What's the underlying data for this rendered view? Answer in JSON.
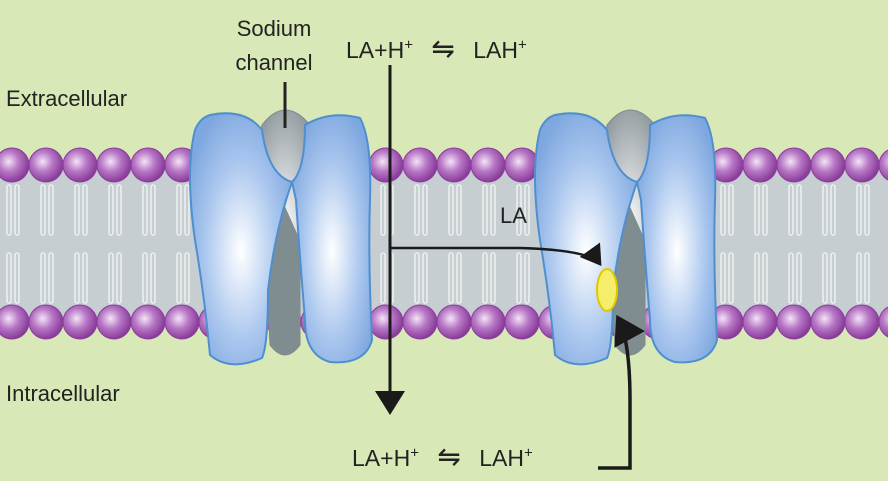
{
  "labels": {
    "sodium_channel_line1": "Sodium",
    "sodium_channel_line2": "channel",
    "extracellular": "Extracellular",
    "intracellular": "Intracellular",
    "la": "LA"
  },
  "equation_top": {
    "left": "LA+H",
    "left_sup": "+",
    "arrows": "⇋",
    "right": "LAH",
    "right_sup": "+"
  },
  "equation_bottom": {
    "left": "LA+H",
    "left_sup": "+",
    "arrows": "⇋",
    "right": "LAH",
    "right_sup": "+"
  },
  "colors": {
    "background": "#d8e8b6",
    "lipid_head": "#a85ab8",
    "channel": "#8fb4e6",
    "binding_site": "#f5ee6a"
  }
}
